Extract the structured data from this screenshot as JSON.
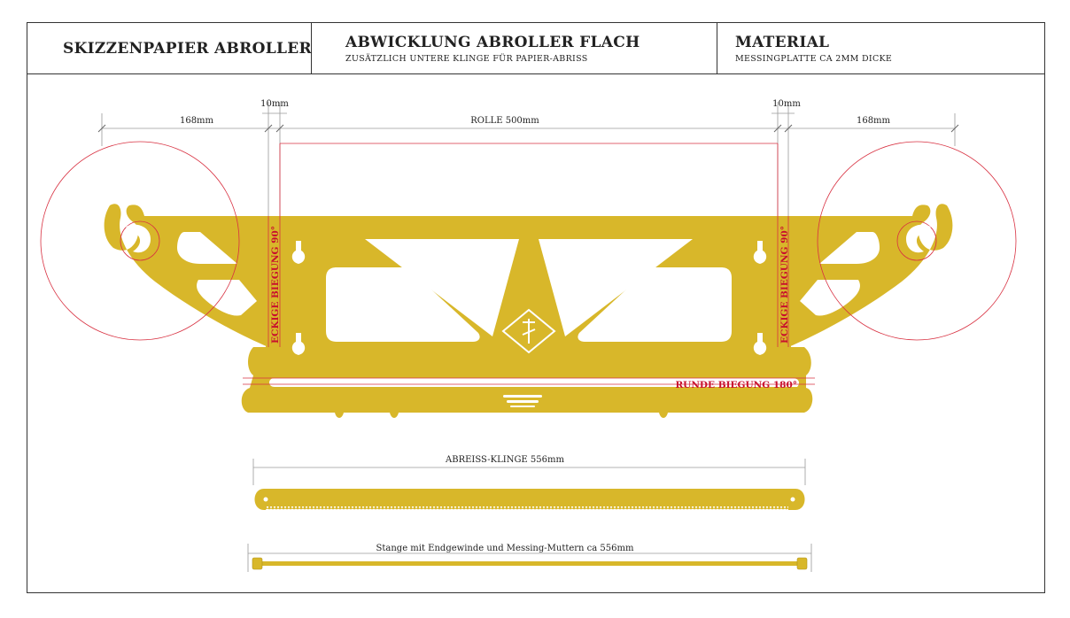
{
  "header": {
    "title_left": "SKIZZENPAPIER ABROLLER",
    "title_mid": "ABWICKLUNG ABROLLER FLACH",
    "sub_mid": "ZUSÄTZLICH UNTERE KLINGE FÜR PAPIER-ABRISS",
    "title_right": "MATERIAL",
    "sub_right": "MESSINGPLATTE CA 2MM DICKE"
  },
  "dimensions": {
    "left_wing": "168mm",
    "left_gap": "10mm",
    "roll": "ROLLE 500mm",
    "right_gap": "10mm",
    "right_wing": "168mm",
    "blade": "ABREISS-KLINGE 556mm",
    "rod": "Stange mit Endgewinde und Messing-Muttern ca 556mm"
  },
  "annotations": {
    "bend_left": "ECKIGE BIEGUNG 90°",
    "bend_right": "ECKIGE BIEGUNG 90°",
    "bend_bottom": "RUNDE BIEGUNG 180°"
  },
  "colors": {
    "brass": "#d8b72a",
    "guide_red": "#d83040",
    "line": "#333333",
    "dim_line": "#9a9a9a"
  }
}
